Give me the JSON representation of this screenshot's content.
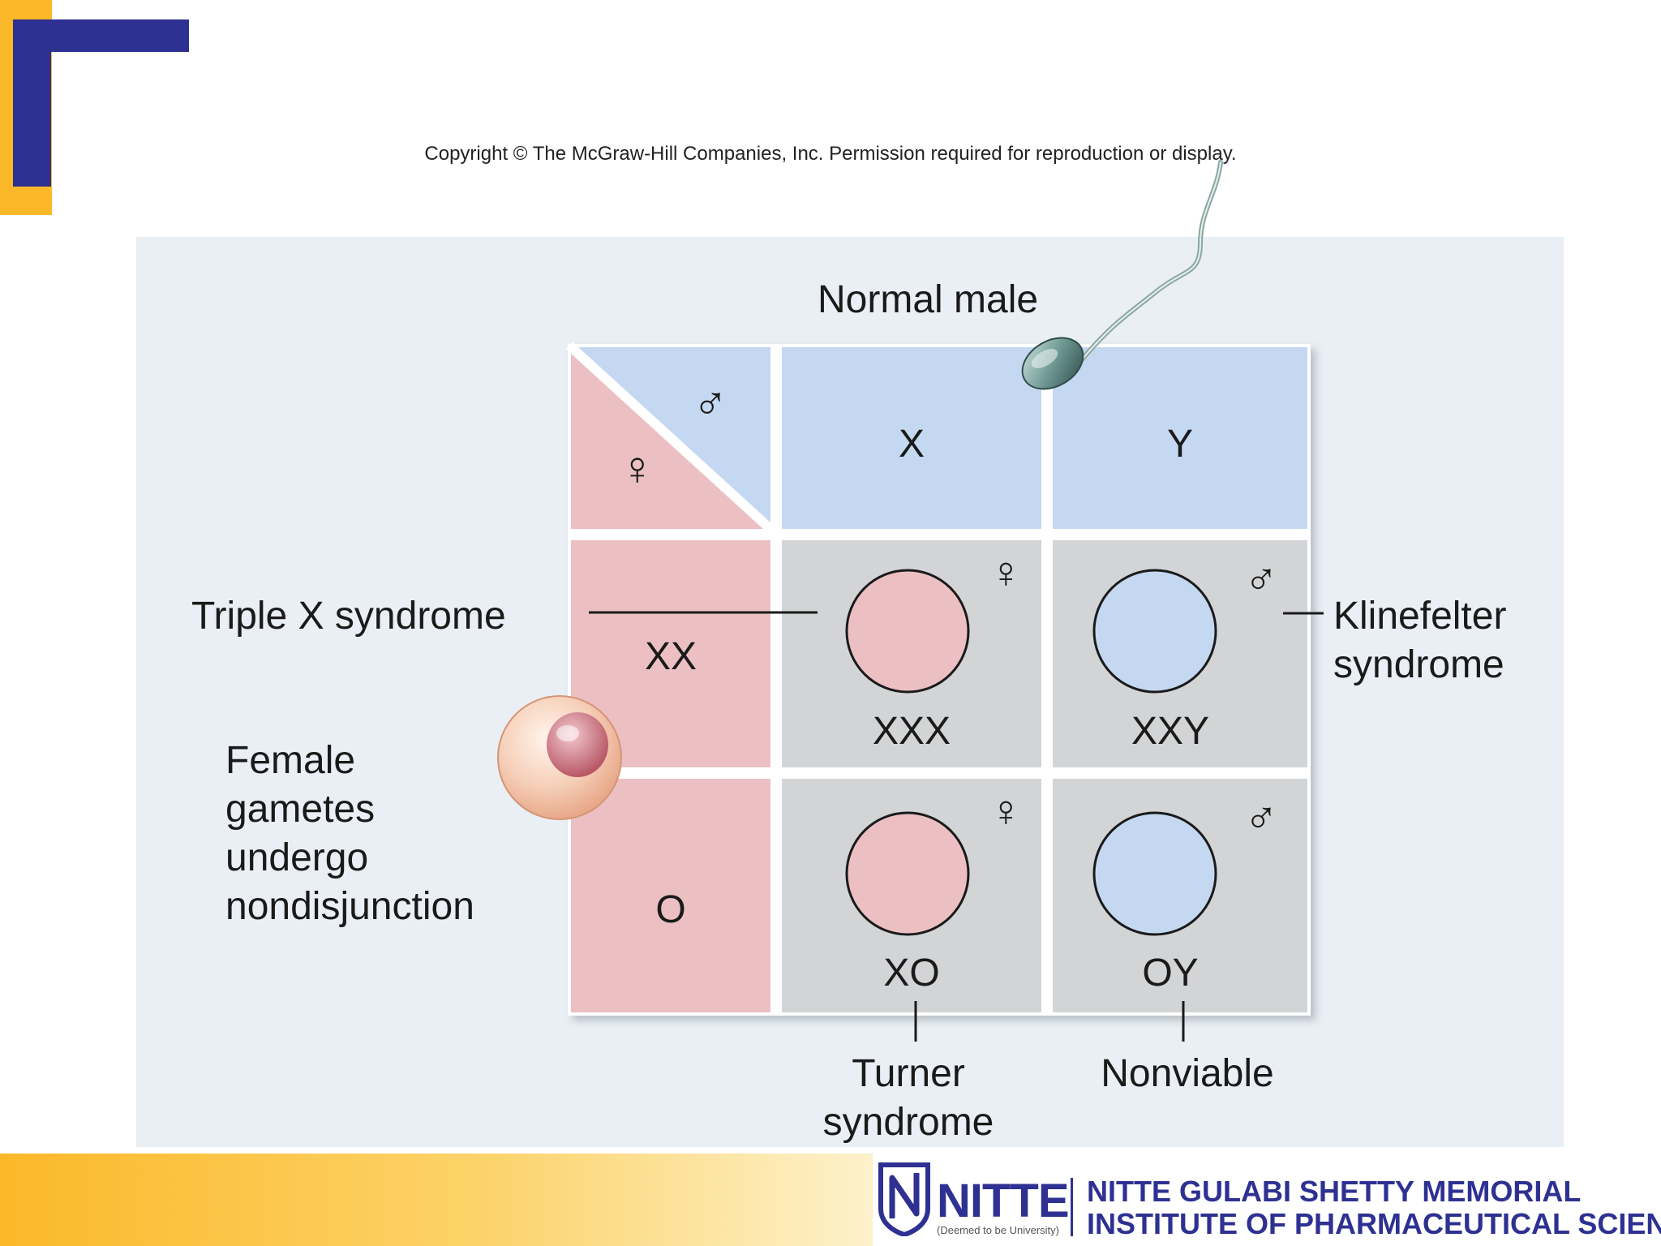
{
  "copyright": "Copyright © The McGraw-Hill Companies, Inc. Permission required for reproduction or display.",
  "header": {
    "male_gametes_label": "Normal male"
  },
  "grid": {
    "male_gametes": [
      "X",
      "Y"
    ],
    "female_gametes": [
      "XX",
      "O"
    ],
    "corner_symbols": {
      "male": "♂",
      "female": "♀"
    },
    "offspring": [
      {
        "genotype": "XXX",
        "sex": "♀",
        "color": "#ecc0c3"
      },
      {
        "genotype": "XXY",
        "sex": "♂",
        "color": "#c5d8f1"
      },
      {
        "genotype": "XO",
        "sex": "♀",
        "color": "#ecc0c3"
      },
      {
        "genotype": "OY",
        "sex": "♂",
        "color": "#c5d8f1"
      }
    ]
  },
  "annotations": {
    "triple_x": "Triple X syndrome",
    "klinefelter_line1": "Klinefelter",
    "klinefelter_line2": "syndrome",
    "female_note": [
      "Female",
      "gametes",
      "undergo",
      "nondisjunction"
    ],
    "turner_line1": "Turner",
    "turner_line2": "syndrome",
    "nonviable": "Nonviable"
  },
  "footer": {
    "logo_word": "NITTE",
    "logo_sub": "(Deemed to be University)",
    "institute_line1": "NITTE GULABI SHETTY MEMORIAL",
    "institute_line2": "INSTITUTE OF PHARMACEUTICAL SCIENCES"
  },
  "colors": {
    "male_header": "#c5d8f1",
    "female_column": "#ecc0c3",
    "offspring_cell": "#d2d4d6",
    "accent_blue": "#2e3192",
    "accent_yellow": "#fbb829"
  }
}
